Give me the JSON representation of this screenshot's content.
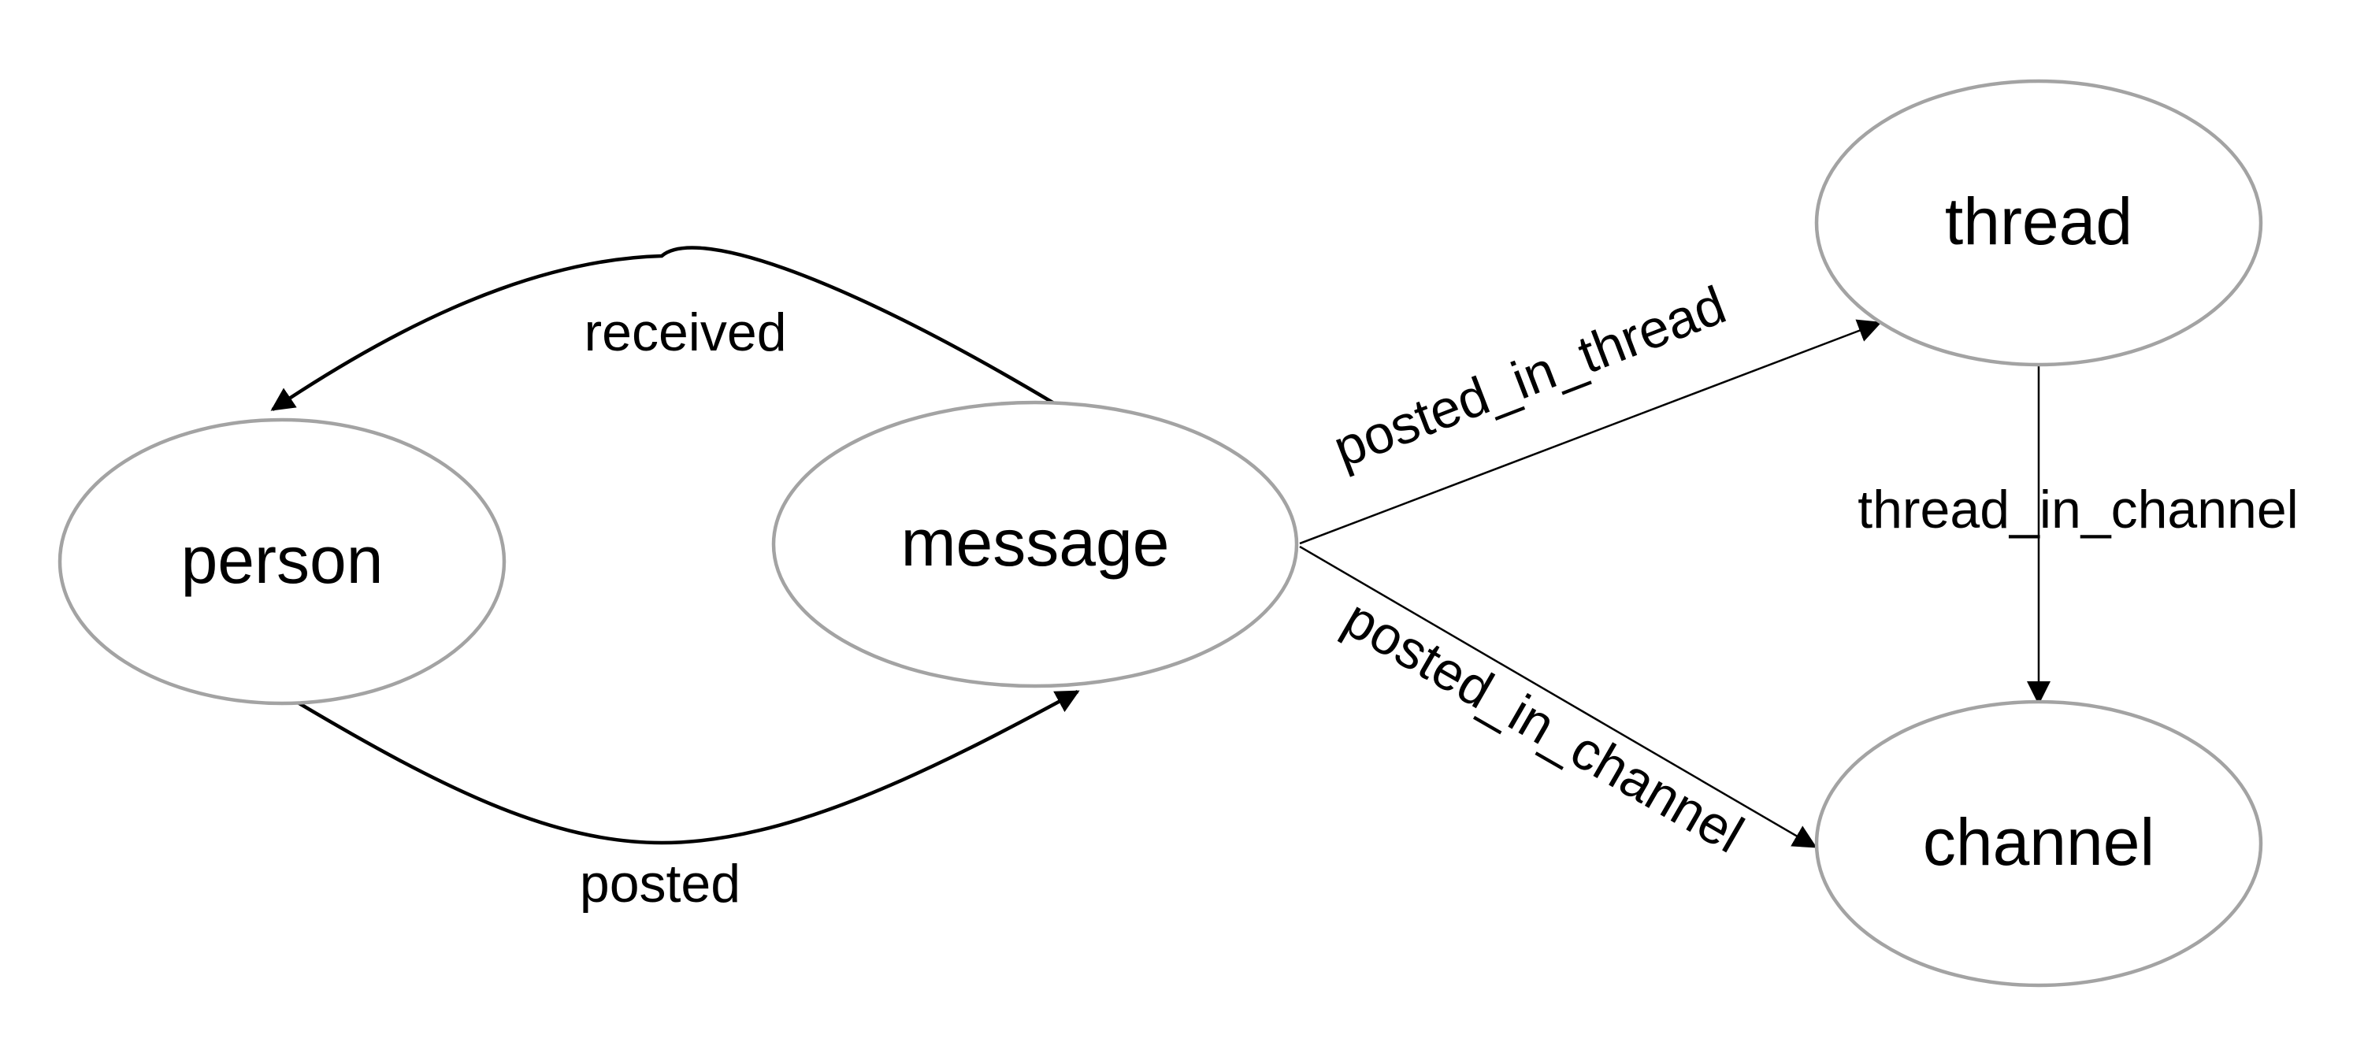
{
  "nodes": {
    "person": "person",
    "message": "message",
    "thread": "thread",
    "channel": "channel"
  },
  "edges": {
    "received": "received",
    "posted": "posted",
    "posted_in_thread": "posted_in_thread",
    "posted_in_channel": "posted_in_channel",
    "thread_in_channel": "thread_in_channel"
  },
  "colors": {
    "node_border": "#a3a3a3",
    "edge": "#000000",
    "background": "#ffffff"
  }
}
